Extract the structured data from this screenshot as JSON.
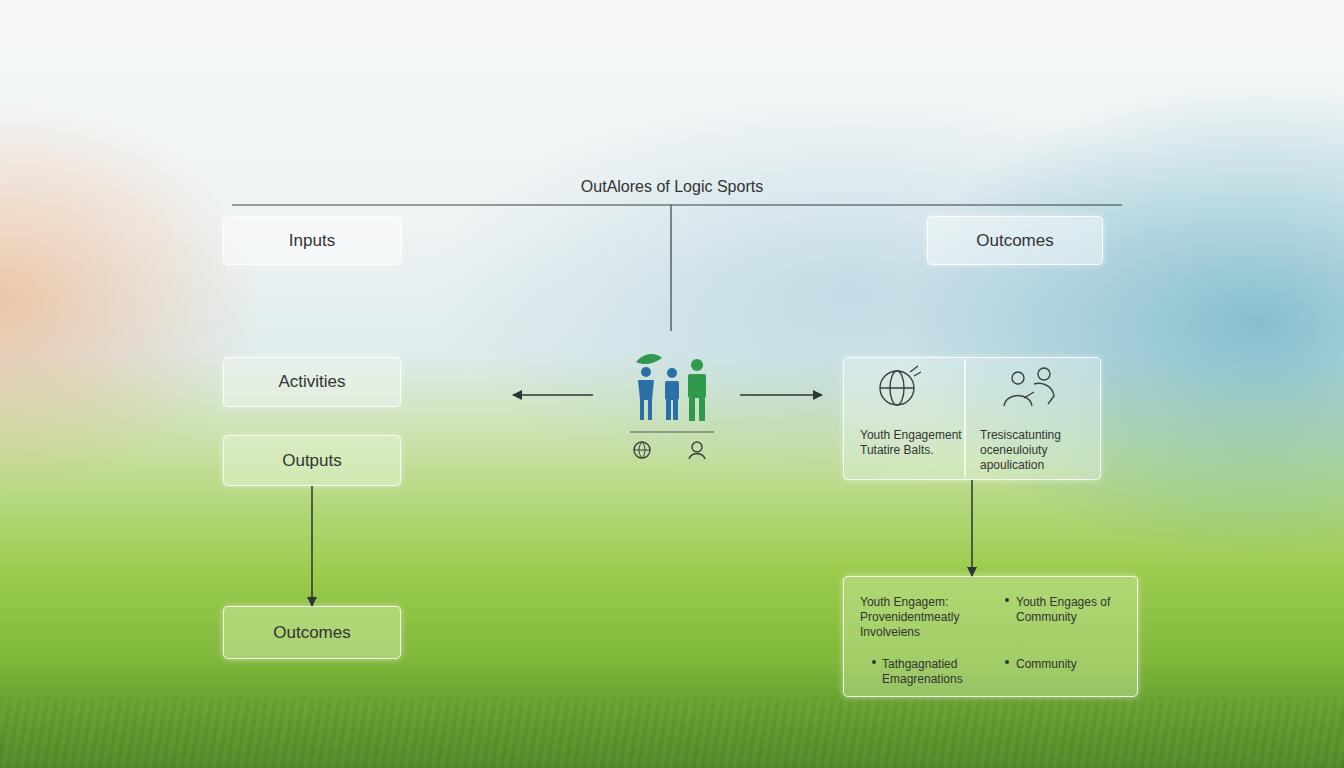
{
  "diagram": {
    "title": "OutAlores of Logic Sports",
    "nodes": [
      {
        "text": [
          "Inputs"
        ]
      },
      {
        "text": [
          "Outcomes"
        ]
      },
      {
        "text": [
          "Activities"
        ]
      },
      {
        "text": [
          "Outputs"
        ]
      },
      {
        "text": [
          "Outcomes"
        ]
      },
      {
        "text": [
          "Youth Engagement Tutatire Balts.",
          "Tresiscatunting oceneuloiuty apoulication"
        ]
      },
      {
        "text": [
          "Youth Engagem: Provenidentmeatly Involveiens",
          "Youth Engages of Community",
          "Tathgagnatied Emagrenations",
          "Community"
        ]
      }
    ],
    "edges": [
      {
        "from": 3,
        "to": 4,
        "arrow": "to"
      },
      {
        "from": 5,
        "to": 6,
        "arrow": "to"
      }
    ]
  }
}
